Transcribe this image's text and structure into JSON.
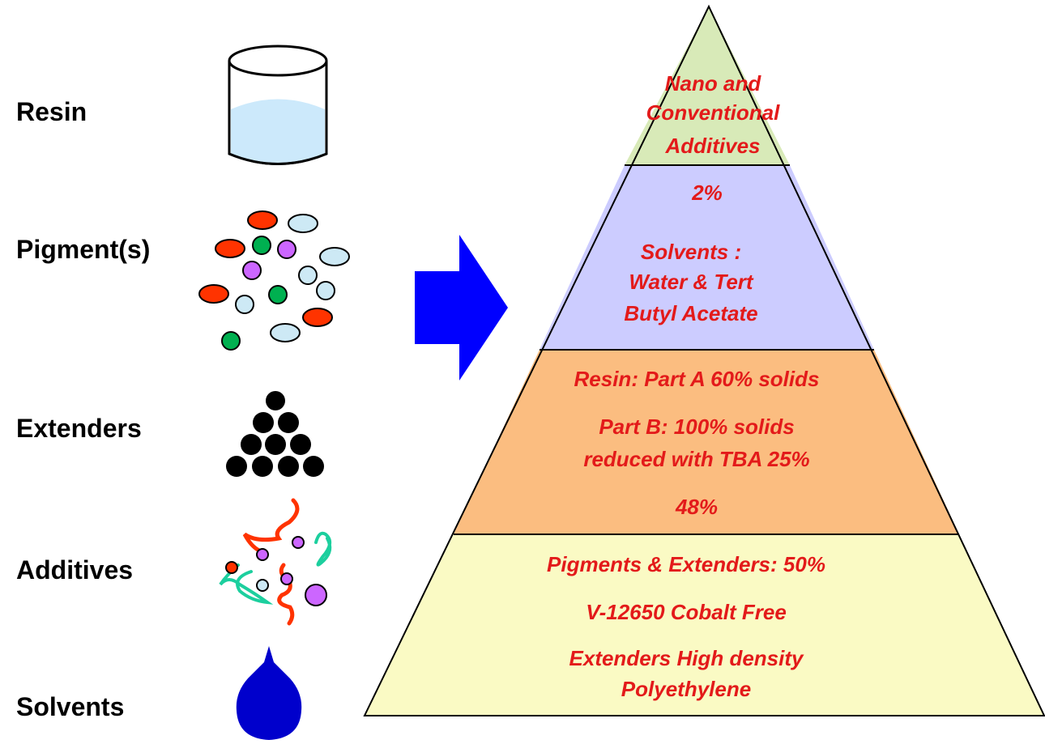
{
  "ingredients": [
    {
      "label": "Resin",
      "icon": "beaker-icon"
    },
    {
      "label": "Pigment(s)",
      "icon": "pigment-particles-icon"
    },
    {
      "label": "Extenders",
      "icon": "stacked-spheres-icon"
    },
    {
      "label": "Additives",
      "icon": "additive-molecules-icon"
    },
    {
      "label": "Solvents",
      "icon": "droplet-icon"
    }
  ],
  "arrow": {
    "icon": "right-arrow-icon",
    "color": "#0000ff"
  },
  "pyramid": {
    "text_color": "#e31a1a",
    "tiers": [
      {
        "name": "top",
        "fill": "#d8eab8",
        "lines": [
          "Nano and",
          "Conventional",
          "Additives"
        ]
      },
      {
        "name": "second",
        "fill": "#ccccff",
        "lines": [
          "2%",
          "Solvents :",
          "Water & Tert",
          "Butyl Acetate"
        ]
      },
      {
        "name": "third",
        "fill": "#fbbd80",
        "lines": [
          "Resin: Part A 60% solids",
          "Part B: 100% solids",
          "reduced with TBA 25%",
          "48%"
        ]
      },
      {
        "name": "base",
        "fill": "#fafac4",
        "lines": [
          "Pigments & Extenders: 50%",
          "V-12650 Cobalt Free",
          "Extenders High density",
          "Polyethylene"
        ]
      }
    ]
  },
  "colors": {
    "beaker_liquid": "#cce9fb",
    "pigment_red": "#ff3300",
    "pigment_lightblue": "#cde9f5",
    "pigment_green": "#00b050",
    "pigment_purple": "#cc66ff",
    "additive_teal": "#1ccf9e",
    "droplet_blue": "#0000cc"
  }
}
